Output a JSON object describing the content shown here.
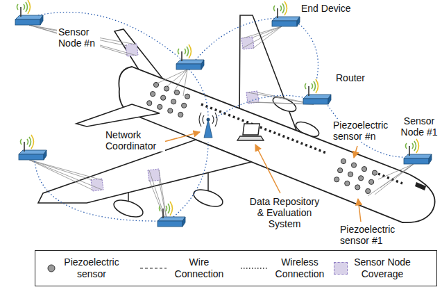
{
  "diagram": {
    "labels": [
      "Sensor Node #n",
      "End Device",
      "Router",
      "Network Coordinator",
      "Sensor Node #1",
      "Piezoelectric sensor #n",
      "Data Repository & Evaluation System",
      "Piezoelectric sensor #1"
    ],
    "legend": [
      {
        "text": "Piezoelectric sensor"
      },
      {
        "text": "Wire Connection"
      },
      {
        "text": "Wireless Connection"
      },
      {
        "text": "Sensor Node Coverage",
        "color": "#d9d2e9"
      }
    ]
  }
}
